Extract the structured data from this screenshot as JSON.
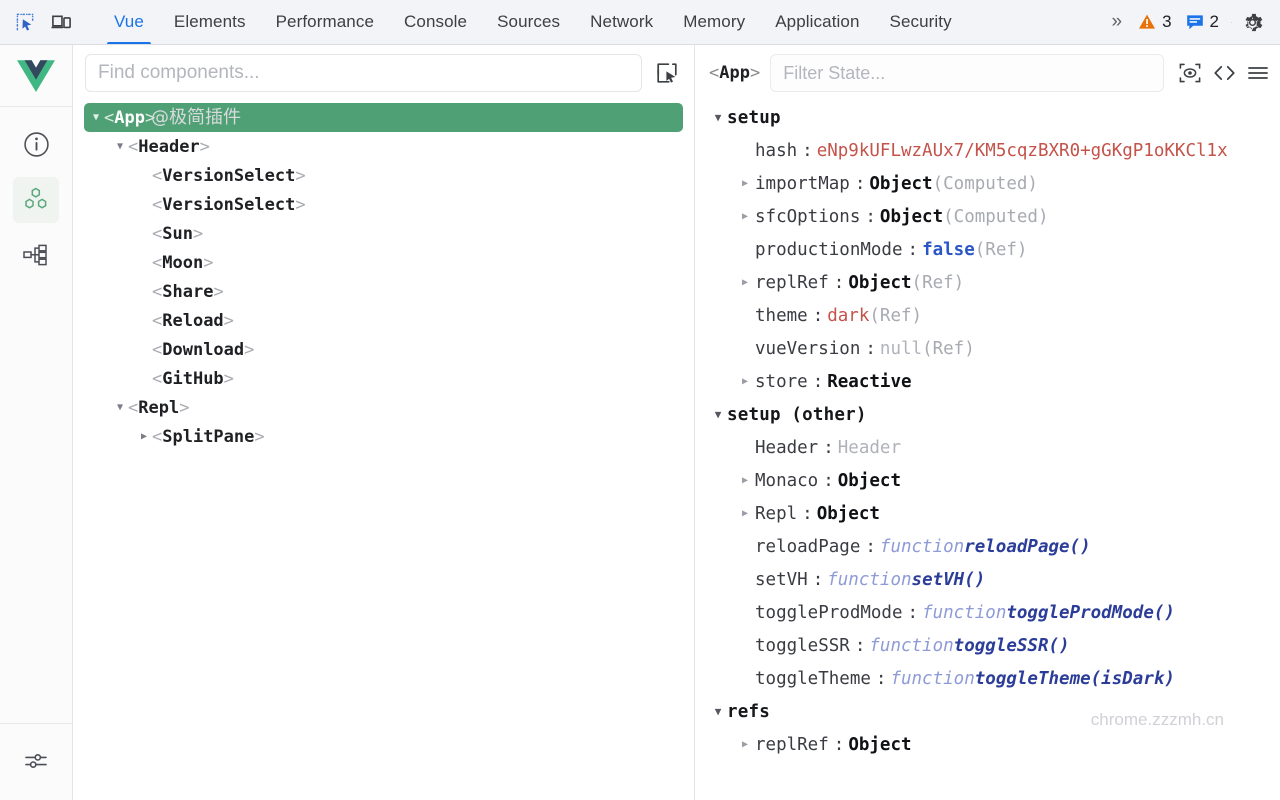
{
  "toolbar": {
    "icons": [
      {
        "name": "inspect-element-icon",
        "label": "Inspect element"
      },
      {
        "name": "device-toolbar-icon",
        "label": "Toggle device toolbar"
      }
    ],
    "tabs": [
      {
        "label": "Vue",
        "active": true
      },
      {
        "label": "Elements",
        "active": false
      },
      {
        "label": "Performance",
        "active": false
      },
      {
        "label": "Console",
        "active": false
      },
      {
        "label": "Sources",
        "active": false
      },
      {
        "label": "Network",
        "active": false
      },
      {
        "label": "Memory",
        "active": false
      },
      {
        "label": "Application",
        "active": false
      },
      {
        "label": "Security",
        "active": false
      }
    ],
    "overflow_label": "»",
    "warning_count": "3",
    "info_count": "2",
    "settings_label": "Settings",
    "accent_color": "#1a73e8",
    "warning_color": "#e8710a",
    "info_color": "#1a73e8"
  },
  "rail": {
    "logo_name": "vue-logo",
    "items": [
      {
        "name": "sidebar-item-info",
        "icon": "info-circle-icon",
        "active": false
      },
      {
        "name": "sidebar-item-components",
        "icon": "components-icon",
        "active": true
      },
      {
        "name": "sidebar-item-tree",
        "icon": "tree-structure-icon",
        "active": false
      }
    ],
    "bottom": {
      "name": "sidebar-item-settings",
      "icon": "sliders-icon"
    }
  },
  "tree_pane": {
    "search": {
      "value": "",
      "placeholder": "Find components..."
    },
    "picker_icon": "component-picker-icon",
    "nodes": [
      {
        "name": "App",
        "depth": 0,
        "arrow": "down",
        "selected": true
      },
      {
        "name": "Header",
        "depth": 1,
        "arrow": "down",
        "selected": false
      },
      {
        "name": "VersionSelect",
        "depth": 2,
        "arrow": "none",
        "selected": false
      },
      {
        "name": "VersionSelect",
        "depth": 2,
        "arrow": "none",
        "selected": false
      },
      {
        "name": "Sun",
        "depth": 2,
        "arrow": "none",
        "selected": false
      },
      {
        "name": "Moon",
        "depth": 2,
        "arrow": "none",
        "selected": false
      },
      {
        "name": "Share",
        "depth": 2,
        "arrow": "none",
        "selected": false
      },
      {
        "name": "Reload",
        "depth": 2,
        "arrow": "none",
        "selected": false
      },
      {
        "name": "Download",
        "depth": 2,
        "arrow": "none",
        "selected": false
      },
      {
        "name": "GitHub",
        "depth": 2,
        "arrow": "none",
        "selected": false
      },
      {
        "name": "Repl",
        "depth": 1,
        "arrow": "down",
        "selected": false
      },
      {
        "name": "SplitPane",
        "depth": 2,
        "arrow": "right",
        "selected": false
      }
    ]
  },
  "state_pane": {
    "component": "App",
    "filter": {
      "value": "",
      "placeholder": "Filter State..."
    },
    "actions": [
      {
        "name": "inspect-dom-icon"
      },
      {
        "name": "open-in-editor-icon"
      },
      {
        "name": "more-menu-icon"
      }
    ],
    "groups": [
      {
        "label": "setup",
        "expanded": true,
        "rows": [
          {
            "arrow": "none",
            "key": "hash",
            "parts": [
              {
                "t": "eNp9kUFLwzAUx7/KM5cqzBXR0+gGKgP1oKKCl1x",
                "c": "v-string"
              }
            ]
          },
          {
            "arrow": "right",
            "key": "importMap",
            "parts": [
              {
                "t": "Object",
                "c": "v-object"
              },
              {
                "t": "(Computed)",
                "c": "v-meta"
              }
            ]
          },
          {
            "arrow": "right",
            "key": "sfcOptions",
            "parts": [
              {
                "t": "Object",
                "c": "v-object"
              },
              {
                "t": "(Computed)",
                "c": "v-meta"
              }
            ]
          },
          {
            "arrow": "none",
            "key": "productionMode",
            "parts": [
              {
                "t": "false",
                "c": "v-bool"
              },
              {
                "t": "(Ref)",
                "c": "v-meta"
              }
            ]
          },
          {
            "arrow": "right",
            "key": "replRef",
            "parts": [
              {
                "t": "Object",
                "c": "v-object"
              },
              {
                "t": "(Ref)",
                "c": "v-meta"
              }
            ]
          },
          {
            "arrow": "none",
            "key": "theme",
            "parts": [
              {
                "t": "dark",
                "c": "v-string"
              },
              {
                "t": "(Ref)",
                "c": "v-meta"
              }
            ]
          },
          {
            "arrow": "none",
            "key": "vueVersion",
            "parts": [
              {
                "t": "null",
                "c": "v-null"
              },
              {
                "t": "(Ref)",
                "c": "v-meta"
              }
            ]
          },
          {
            "arrow": "right",
            "key": "store",
            "parts": [
              {
                "t": "Reactive",
                "c": "v-object"
              }
            ]
          }
        ]
      },
      {
        "label": "setup (other)",
        "expanded": true,
        "rows": [
          {
            "arrow": "none",
            "key": "Header",
            "parts": [
              {
                "t": "Header",
                "c": "v-gray"
              }
            ]
          },
          {
            "arrow": "right",
            "key": "Monaco",
            "parts": [
              {
                "t": "Object",
                "c": "v-object"
              }
            ]
          },
          {
            "arrow": "right",
            "key": "Repl",
            "parts": [
              {
                "t": "Object",
                "c": "v-object"
              }
            ]
          },
          {
            "arrow": "none",
            "key": "reloadPage",
            "parts": [
              {
                "t": "function ",
                "c": "v-fnkw"
              },
              {
                "t": "reloadPage()",
                "c": "v-fnname"
              }
            ]
          },
          {
            "arrow": "none",
            "key": "setVH",
            "parts": [
              {
                "t": "function ",
                "c": "v-fnkw"
              },
              {
                "t": "setVH()",
                "c": "v-fnname"
              }
            ]
          },
          {
            "arrow": "none",
            "key": "toggleProdMode",
            "parts": [
              {
                "t": "function ",
                "c": "v-fnkw"
              },
              {
                "t": "toggleProdMode()",
                "c": "v-fnname"
              }
            ]
          },
          {
            "arrow": "none",
            "key": "toggleSSR",
            "parts": [
              {
                "t": "function ",
                "c": "v-fnkw"
              },
              {
                "t": "toggleSSR()",
                "c": "v-fnname"
              }
            ]
          },
          {
            "arrow": "none",
            "key": "toggleTheme",
            "parts": [
              {
                "t": "function ",
                "c": "v-fnkw"
              },
              {
                "t": "toggleTheme(isDark)",
                "c": "v-fnname"
              }
            ]
          }
        ]
      },
      {
        "label": "refs",
        "expanded": true,
        "rows": [
          {
            "arrow": "right",
            "key": "replRef",
            "parts": [
              {
                "t": "Object",
                "c": "v-object"
              }
            ]
          }
        ]
      }
    ]
  },
  "watermarks": {
    "site": "chrome.zzzmh.cn",
    "overlay": "@极简插件"
  }
}
